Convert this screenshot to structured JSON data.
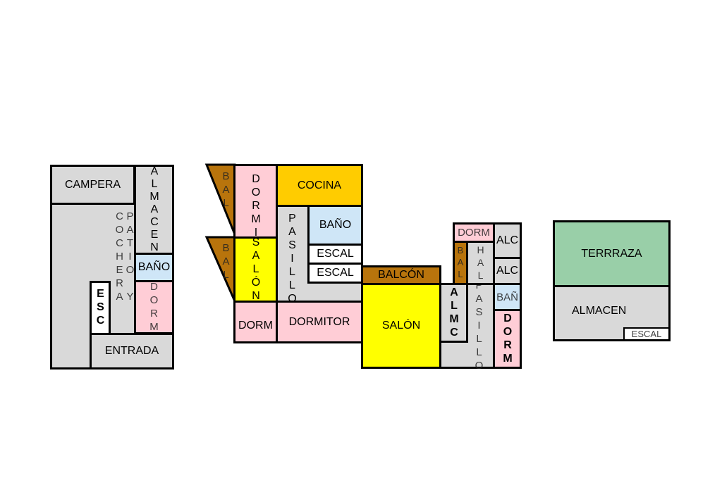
{
  "colors": {
    "circulation": "#d9d9d9",
    "bedroom": "#ffcdd6",
    "bathroom": "#cfe6f7",
    "living": "#ffff00",
    "kitchen": "#ffcc00",
    "balcony": "#b8740c",
    "terrace": "#99cfa8"
  },
  "plan1": {
    "campera": "CAMPERA",
    "almacen": "ALMACEN",
    "patio": "PATIO Y COCHERA",
    "bano": "BAÑO",
    "dorm": "DORM",
    "esc": "ESC",
    "entrada": "ENTRADA"
  },
  "plan2": {
    "bal1": "BAL",
    "bal2": "BAL",
    "dormi": "DORMI",
    "cocina": "COCINA",
    "pasillo": "PASILLO",
    "bano": "BAÑO",
    "escal1": "ESCAL",
    "escal2": "ESCAL",
    "salon_small": "SALÓN",
    "dorm": "DORM",
    "dormitor": "DORMITOR",
    "balcon": "BALCÓN",
    "salon": "SALÓN",
    "almc": "ALMC",
    "pasillo2": "PASILLO",
    "dorm_top": "DORM",
    "alc1": "ALC",
    "alc2": "ALC",
    "bal3": "BAL",
    "hal": "HAL",
    "ban": "BAÑ",
    "dorm_right": "DORM"
  },
  "plan3": {
    "terrraza": "TERRRAZA",
    "almacen": "ALMACEN",
    "escal": "ESCAL"
  }
}
